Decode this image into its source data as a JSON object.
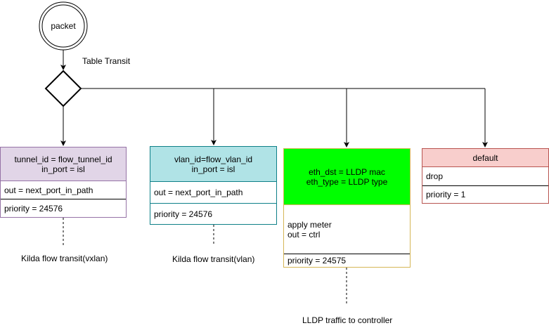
{
  "start": {
    "label": "packet"
  },
  "decision": {
    "label": "Table Transit"
  },
  "rules": [
    {
      "match": [
        "tunnel_id = flow_tunnel_id",
        "in_port = isl"
      ],
      "action": [
        "out = next_port_in_path"
      ],
      "priority": "priority = 24576",
      "note": "Kilda flow transit(vxlan)",
      "colors": {
        "header_fill": "#e1d5e7",
        "border": "#9673a6"
      }
    },
    {
      "match": [
        "vlan_id=flow_vlan_id",
        "in_port = isl"
      ],
      "action": [
        "out = next_port_in_path"
      ],
      "priority": "priority = 24576",
      "note": "Kilda flow transit(vlan)",
      "colors": {
        "header_fill": "#b0e3e6",
        "border": "#0e8088"
      }
    },
    {
      "match": [
        "eth_dst = LLDP mac",
        "eth_type = LLDP type"
      ],
      "action": [
        "apply meter",
        "out = ctrl"
      ],
      "priority": "priority = 24575",
      "note": "LLDP traffic to controller",
      "colors": {
        "header_fill": "#00ff00",
        "border": "#d6b656"
      }
    },
    {
      "match": [
        "default"
      ],
      "action": [
        "drop"
      ],
      "priority": "priority = 1",
      "note": "",
      "colors": {
        "header_fill": "#f8cecc",
        "border": "#b85450"
      }
    }
  ]
}
